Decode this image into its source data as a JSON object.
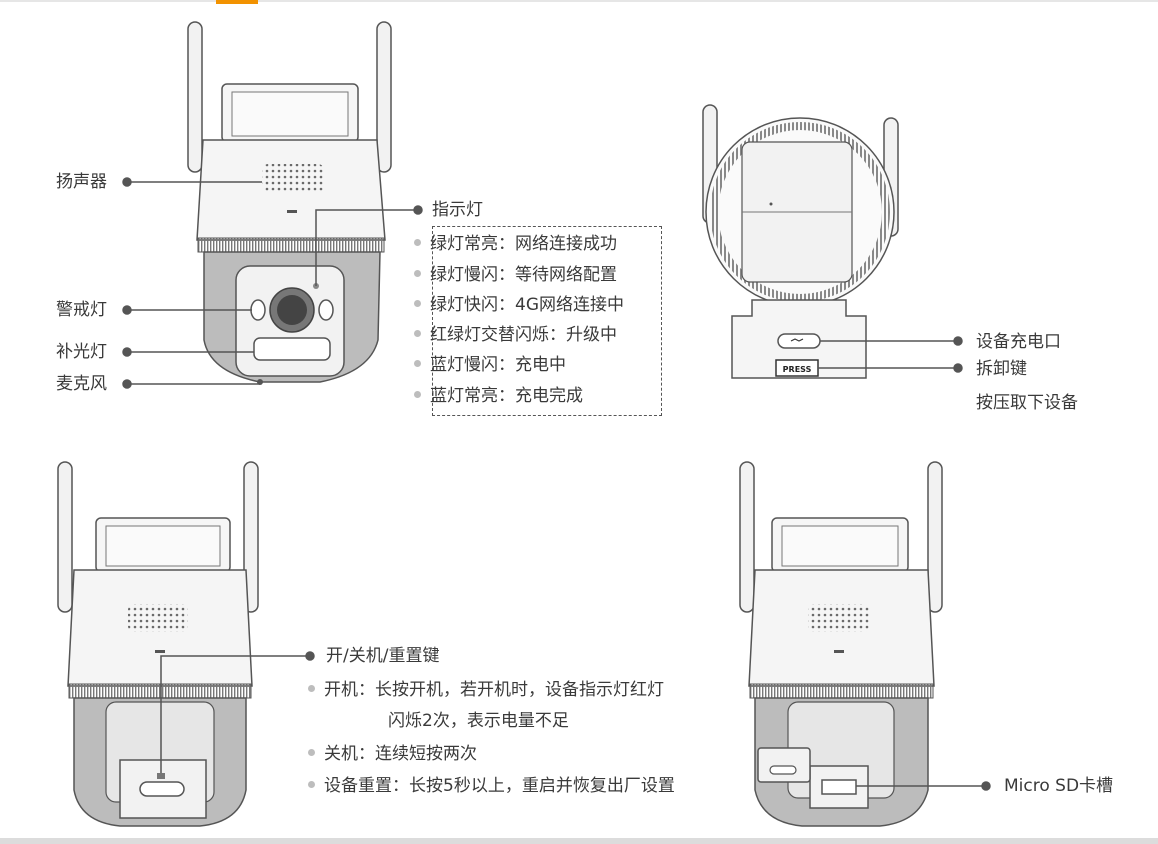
{
  "top_left": {
    "speaker": "扬声器",
    "warning_light": "警戒灯",
    "fill_light": "补光灯",
    "microphone": "麦克风",
    "indicator": {
      "title": "指示灯",
      "states": [
        "绿灯常亮：网络连接成功",
        "绿灯慢闪：等待网络配置",
        "绿灯快闪：4G网络连接中",
        "红绿灯交替闪烁：升级中",
        "蓝灯慢闪：充电中",
        "蓝灯常亮：充电完成"
      ]
    }
  },
  "top_right": {
    "charging_port": "设备充电口",
    "release_key": "拆卸键",
    "release_hint": "按压取下设备",
    "press_button_text": "PRESS"
  },
  "bottom_left": {
    "power_key": "开/关机/重置键",
    "power_on": "开机：长按开机，若开机时，设备指示灯红灯",
    "power_on_cont": "闪烁2次，表示电量不足",
    "power_off": "关机：连续短按两次",
    "reset": "设备重置：长按5秒以上，重启并恢复出厂设置"
  },
  "bottom_right": {
    "sd_slot": "Micro SD卡槽"
  },
  "colors": {
    "accent": "#f29200",
    "line": "#555555",
    "body_light": "#f2f2f2",
    "body_dark": "#bcbcbc",
    "bullet": "#bdbdbd"
  }
}
